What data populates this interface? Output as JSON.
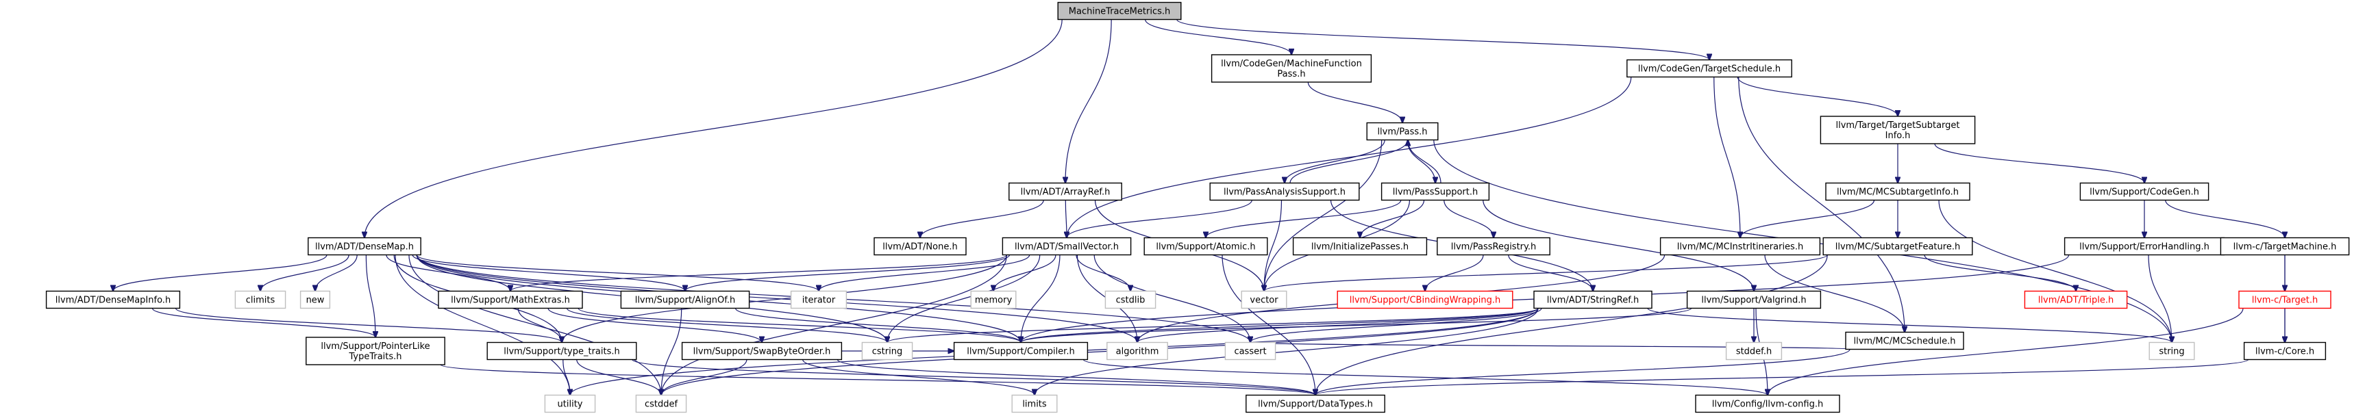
{
  "nodes": [
    {
      "id": "mtm",
      "lines": [
        "MachineTraceMetrics.h"
      ],
      "kind": "root"
    },
    {
      "id": "mfp",
      "lines": [
        "llvm/CodeGen/MachineFunction",
        "Pass.h"
      ],
      "kind": "normal"
    },
    {
      "id": "ts",
      "lines": [
        "llvm/CodeGen/TargetSchedule.h"
      ],
      "kind": "normal"
    },
    {
      "id": "pass",
      "lines": [
        "llvm/Pass.h"
      ],
      "kind": "normal"
    },
    {
      "id": "arrayref",
      "lines": [
        "llvm/ADT/ArrayRef.h"
      ],
      "kind": "normal"
    },
    {
      "id": "pas",
      "lines": [
        "llvm/PassAnalysisSupport.h"
      ],
      "kind": "normal"
    },
    {
      "id": "ps",
      "lines": [
        "llvm/PassSupport.h"
      ],
      "kind": "normal"
    },
    {
      "id": "tsi",
      "lines": [
        "llvm/Target/TargetSubtarget",
        "Info.h"
      ],
      "kind": "normal"
    },
    {
      "id": "mcsi",
      "lines": [
        "llvm/MC/MCSubtargetInfo.h"
      ],
      "kind": "normal"
    },
    {
      "id": "codegen",
      "lines": [
        "llvm/Support/CodeGen.h"
      ],
      "kind": "normal"
    },
    {
      "id": "none",
      "lines": [
        "llvm/ADT/None.h"
      ],
      "kind": "normal"
    },
    {
      "id": "sv",
      "lines": [
        "llvm/ADT/SmallVector.h"
      ],
      "kind": "normal"
    },
    {
      "id": "densemap",
      "lines": [
        "llvm/ADT/DenseMap.h"
      ],
      "kind": "normal"
    },
    {
      "id": "atomic",
      "lines": [
        "llvm/Support/Atomic.h"
      ],
      "kind": "normal"
    },
    {
      "id": "initpasses",
      "lines": [
        "llvm/InitializePasses.h"
      ],
      "kind": "normal"
    },
    {
      "id": "passreg",
      "lines": [
        "llvm/PassRegistry.h"
      ],
      "kind": "normal"
    },
    {
      "id": "mcit",
      "lines": [
        "llvm/MC/MCInstrItineraries.h"
      ],
      "kind": "normal"
    },
    {
      "id": "mcsf",
      "lines": [
        "llvm/MC/SubtargetFeature.h"
      ],
      "kind": "normal"
    },
    {
      "id": "errh",
      "lines": [
        "llvm/Support/ErrorHandling.h"
      ],
      "kind": "normal"
    },
    {
      "id": "targetmachine",
      "lines": [
        "llvm-c/TargetMachine.h"
      ],
      "kind": "normal"
    },
    {
      "id": "dmi",
      "lines": [
        "llvm/ADT/DenseMapInfo.h"
      ],
      "kind": "normal"
    },
    {
      "id": "climits",
      "lines": [
        "climits"
      ],
      "kind": "system"
    },
    {
      "id": "new",
      "lines": [
        "new"
      ],
      "kind": "system"
    },
    {
      "id": "mathextras",
      "lines": [
        "llvm/Support/MathExtras.h"
      ],
      "kind": "normal"
    },
    {
      "id": "alignof",
      "lines": [
        "llvm/Support/AlignOf.h"
      ],
      "kind": "normal"
    },
    {
      "id": "iterator",
      "lines": [
        "iterator"
      ],
      "kind": "system"
    },
    {
      "id": "memory",
      "lines": [
        "memory"
      ],
      "kind": "system"
    },
    {
      "id": "cstdlib",
      "lines": [
        "cstdlib"
      ],
      "kind": "system"
    },
    {
      "id": "vector",
      "lines": [
        "vector"
      ],
      "kind": "system"
    },
    {
      "id": "cbw",
      "lines": [
        "llvm/Support/CBindingWrapping.h"
      ],
      "kind": "missing"
    },
    {
      "id": "stringref",
      "lines": [
        "llvm/ADT/StringRef.h"
      ],
      "kind": "normal"
    },
    {
      "id": "valgrind",
      "lines": [
        "llvm/Support/Valgrind.h"
      ],
      "kind": "normal"
    },
    {
      "id": "mcsched",
      "lines": [
        "llvm/MC/MCSchedule.h"
      ],
      "kind": "normal"
    },
    {
      "id": "triple",
      "lines": [
        "llvm/ADT/Triple.h"
      ],
      "kind": "missing"
    },
    {
      "id": "ctarget",
      "lines": [
        "llvm-c/Target.h"
      ],
      "kind": "missing"
    },
    {
      "id": "plt",
      "lines": [
        "llvm/Support/PointerLike",
        "TypeTraits.h"
      ],
      "kind": "normal"
    },
    {
      "id": "typetraits",
      "lines": [
        "llvm/Support/type_traits.h"
      ],
      "kind": "normal"
    },
    {
      "id": "sbo",
      "lines": [
        "llvm/Support/SwapByteOrder.h"
      ],
      "kind": "normal"
    },
    {
      "id": "cstring",
      "lines": [
        "cstring"
      ],
      "kind": "system"
    },
    {
      "id": "compiler",
      "lines": [
        "llvm/Support/Compiler.h"
      ],
      "kind": "normal"
    },
    {
      "id": "algorithm",
      "lines": [
        "algorithm"
      ],
      "kind": "system"
    },
    {
      "id": "cassert",
      "lines": [
        "cassert"
      ],
      "kind": "system"
    },
    {
      "id": "stddef",
      "lines": [
        "stddef.h"
      ],
      "kind": "system"
    },
    {
      "id": "string",
      "lines": [
        "string"
      ],
      "kind": "system"
    },
    {
      "id": "ccore",
      "lines": [
        "llvm-c/Core.h"
      ],
      "kind": "normal"
    },
    {
      "id": "utility",
      "lines": [
        "utility"
      ],
      "kind": "system"
    },
    {
      "id": "cstddef",
      "lines": [
        "cstddef"
      ],
      "kind": "system"
    },
    {
      "id": "limits",
      "lines": [
        "limits"
      ],
      "kind": "system"
    },
    {
      "id": "datatypes",
      "lines": [
        "llvm/Support/DataTypes.h"
      ],
      "kind": "normal"
    },
    {
      "id": "config",
      "lines": [
        "llvm/Config/llvm-config.h"
      ],
      "kind": "normal"
    }
  ],
  "edges": [
    [
      "mtm",
      "mfp"
    ],
    [
      "mtm",
      "ts"
    ],
    [
      "mtm",
      "arrayref"
    ],
    [
      "mtm",
      "densemap"
    ],
    [
      "mfp",
      "pass"
    ],
    [
      "ts",
      "tsi"
    ],
    [
      "ts",
      "mcit"
    ],
    [
      "ts",
      "mcsched"
    ],
    [
      "ts",
      "sv"
    ],
    [
      "tsi",
      "mcsi"
    ],
    [
      "tsi",
      "codegen"
    ],
    [
      "pass",
      "pas"
    ],
    [
      "pass",
      "ps"
    ],
    [
      "pass",
      "string"
    ],
    [
      "pass",
      "vector"
    ],
    [
      "pas",
      "pass"
    ],
    [
      "pas",
      "sv"
    ],
    [
      "pas",
      "stringref"
    ],
    [
      "pas",
      "vector"
    ],
    [
      "ps",
      "pass"
    ],
    [
      "ps",
      "atomic"
    ],
    [
      "ps",
      "initpasses"
    ],
    [
      "ps",
      "passreg"
    ],
    [
      "ps",
      "valgrind"
    ],
    [
      "ps",
      "vector"
    ],
    [
      "arrayref",
      "none"
    ],
    [
      "arrayref",
      "sv"
    ],
    [
      "arrayref",
      "vector"
    ],
    [
      "sv",
      "alignof"
    ],
    [
      "sv",
      "compiler"
    ],
    [
      "sv",
      "mathextras"
    ],
    [
      "sv",
      "typetraits"
    ],
    [
      "sv",
      "algorithm"
    ],
    [
      "sv",
      "cassert"
    ],
    [
      "sv",
      "cstddef"
    ],
    [
      "sv",
      "cstdlib"
    ],
    [
      "sv",
      "cstring"
    ],
    [
      "sv",
      "iterator"
    ],
    [
      "sv",
      "memory"
    ],
    [
      "densemap",
      "dmi"
    ],
    [
      "densemap",
      "alignof"
    ],
    [
      "densemap",
      "compiler"
    ],
    [
      "densemap",
      "mathextras"
    ],
    [
      "densemap",
      "plt"
    ],
    [
      "densemap",
      "typetraits"
    ],
    [
      "densemap",
      "algorithm"
    ],
    [
      "densemap",
      "cassert"
    ],
    [
      "densemap",
      "climits"
    ],
    [
      "densemap",
      "cstddef"
    ],
    [
      "densemap",
      "cstring"
    ],
    [
      "densemap",
      "iterator"
    ],
    [
      "densemap",
      "new"
    ],
    [
      "densemap",
      "utility"
    ],
    [
      "dmi",
      "plt"
    ],
    [
      "dmi",
      "typetraits"
    ],
    [
      "plt",
      "datatypes"
    ],
    [
      "typetraits",
      "datatypes"
    ],
    [
      "typetraits",
      "cstddef"
    ],
    [
      "typetraits",
      "utility"
    ],
    [
      "mathextras",
      "compiler"
    ],
    [
      "mathextras",
      "sbo"
    ],
    [
      "mathextras",
      "typetraits"
    ],
    [
      "mathextras",
      "cstring"
    ],
    [
      "sbo",
      "compiler"
    ],
    [
      "sbo",
      "datatypes"
    ],
    [
      "sbo",
      "cstddef"
    ],
    [
      "sbo",
      "limits"
    ],
    [
      "alignof",
      "compiler"
    ],
    [
      "alignof",
      "cstddef"
    ],
    [
      "compiler",
      "config"
    ],
    [
      "atomic",
      "datatypes"
    ],
    [
      "passreg",
      "cbw"
    ],
    [
      "passreg",
      "stringref"
    ],
    [
      "stringref",
      "compiler"
    ],
    [
      "stringref",
      "algorithm"
    ],
    [
      "stringref",
      "cassert"
    ],
    [
      "stringref",
      "cstddef"
    ],
    [
      "stringref",
      "cstring"
    ],
    [
      "stringref",
      "limits"
    ],
    [
      "stringref",
      "string"
    ],
    [
      "stringref",
      "utility"
    ],
    [
      "valgrind",
      "compiler"
    ],
    [
      "valgrind",
      "config"
    ],
    [
      "valgrind",
      "stddef"
    ],
    [
      "mcsi",
      "mcit"
    ],
    [
      "mcsi",
      "mcsf"
    ],
    [
      "mcsi",
      "string"
    ],
    [
      "mcit",
      "mcsched"
    ],
    [
      "mcit",
      "algorithm"
    ],
    [
      "mcsched",
      "datatypes"
    ],
    [
      "mcsched",
      "cassert"
    ],
    [
      "mcsf",
      "triple"
    ],
    [
      "mcsf",
      "datatypes"
    ],
    [
      "mcsf",
      "vector"
    ],
    [
      "codegen",
      "errh"
    ],
    [
      "codegen",
      "targetmachine"
    ],
    [
      "errh",
      "compiler"
    ],
    [
      "errh",
      "string"
    ],
    [
      "targetmachine",
      "ctarget"
    ],
    [
      "targetmachine",
      "ccore"
    ],
    [
      "ctarget",
      "ccore"
    ],
    [
      "ctarget",
      "config"
    ],
    [
      "ccore",
      "datatypes"
    ]
  ],
  "colors": {
    "edge": "#191970",
    "node_border": "#000000",
    "system_border": "#bfbfbf",
    "missing_text": "#ff0000",
    "root_fill": "#bfbfbf",
    "background": "#ffffff"
  }
}
